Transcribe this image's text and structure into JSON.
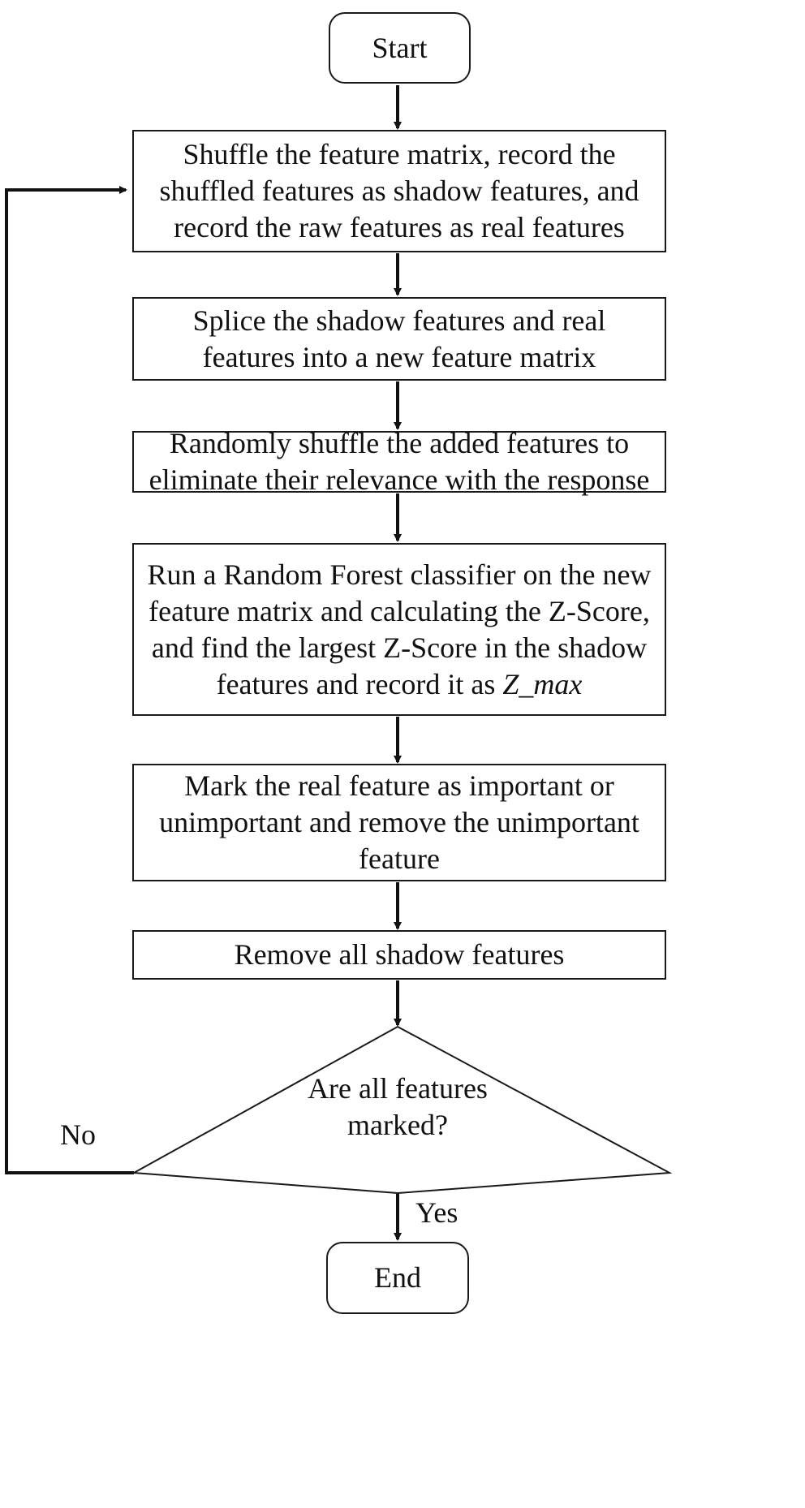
{
  "flowchart": {
    "start": "Start",
    "steps": [
      "Shuffle the feature matrix, record the shuffled features as shadow features, and record the raw features as real features",
      "Splice the shadow features and real features into a new feature matrix",
      "Randomly shuffle the added features to eliminate their relevance with the response",
      "Run a Random Forest classifier on the new feature matrix and calculating the Z-Score, and find the largest Z-Score in the shadow features and record it as",
      "Mark the real feature as important or unimportant and remove the unimportant feature",
      "Remove all shadow features"
    ],
    "step4_math": "Z_max",
    "decision": "Are all features marked?",
    "no_label": "No",
    "yes_label": "Yes",
    "end": "End"
  }
}
